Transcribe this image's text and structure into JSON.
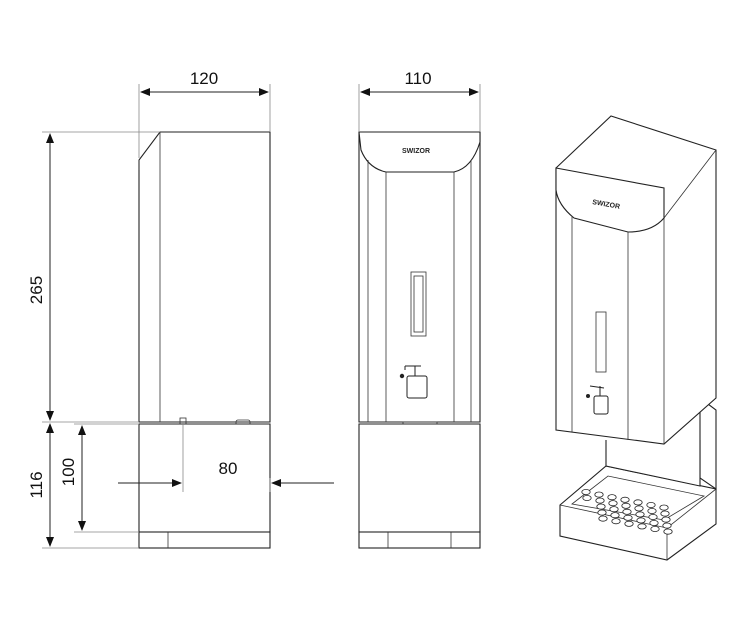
{
  "dimensions": {
    "side_width": "120",
    "front_width": "110",
    "body_height": "265",
    "stand_height": "116",
    "stand_inner_height": "100",
    "outlet_offset": "80"
  },
  "brand_logo": "SWIZOR",
  "colors": {
    "line": "#222222",
    "background": "#ffffff"
  }
}
